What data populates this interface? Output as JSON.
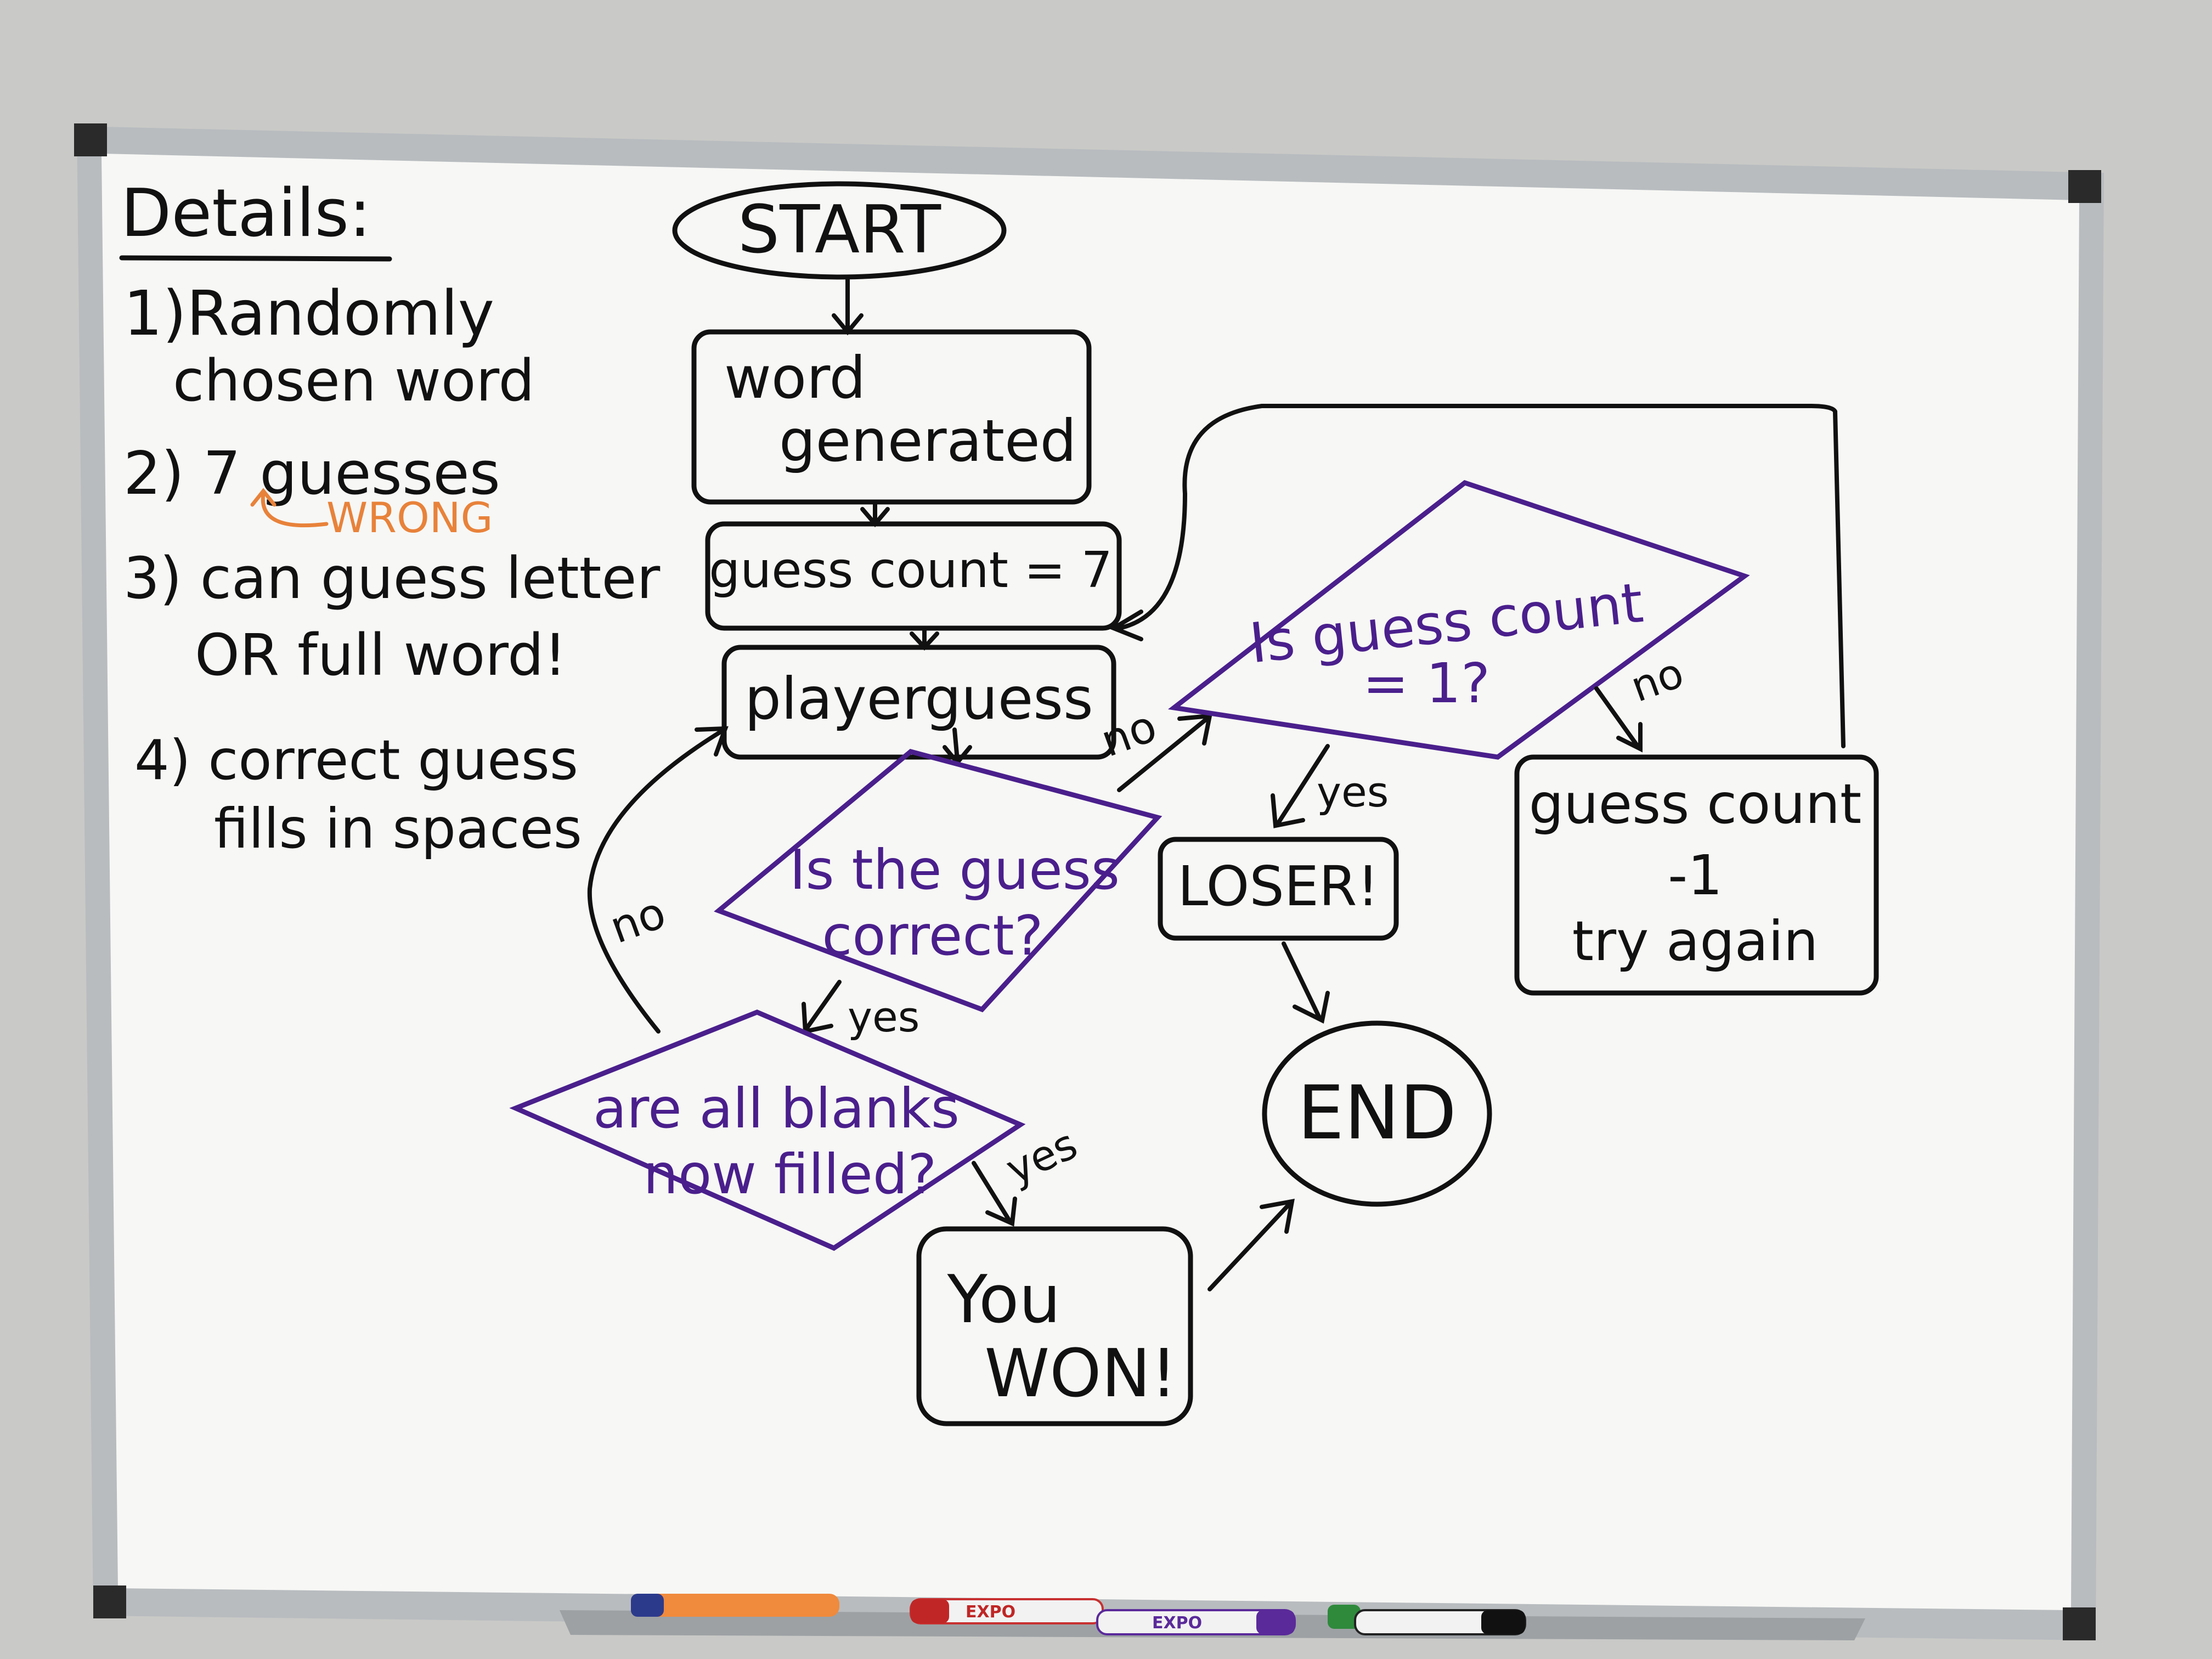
{
  "colors": {
    "wall": "#c9c9c7",
    "board": "#f7f7f5",
    "frame": "#b8bcbf",
    "black_ink": "#111111",
    "purple_ink": "#4a1f8c",
    "orange_ink": "#e8823a"
  },
  "details": {
    "heading": "Details:",
    "item1_line1": "1)Randomly",
    "item1_line2": "chosen word",
    "item2_line1": "2) 7 guesses",
    "item2_note": "WRONG",
    "item3_line1": "3) can guess letter",
    "item3_line2": "OR full word!",
    "item4_line1": "4) correct guess",
    "item4_line2": "fills in spaces"
  },
  "flow": {
    "start": "START",
    "word_generated_1": "word",
    "word_generated_2": "generated",
    "guess_count_init": "guess count = 7",
    "player_guess": "playerguess",
    "guess_correct_1": "Is the guess",
    "guess_correct_2": "correct?",
    "count_check_1": "Is guess count",
    "count_check_2": "= 1?",
    "blanks_filled_1": "are all blanks",
    "blanks_filled_2": "now filled?",
    "loser": "LOSER!",
    "decrement_1": "guess count",
    "decrement_2": "-1",
    "decrement_3": "try again",
    "you_won_1": "You",
    "you_won_2": "WON!",
    "end": "END",
    "label_no_left": "no",
    "label_yes_correct": "yes",
    "label_no_correct": "no",
    "label_yes_count": "yes",
    "label_no_count": "no",
    "label_yes_blanks": "yes"
  },
  "markers": {
    "brands": [
      "EXPO",
      "EXPO"
    ]
  }
}
